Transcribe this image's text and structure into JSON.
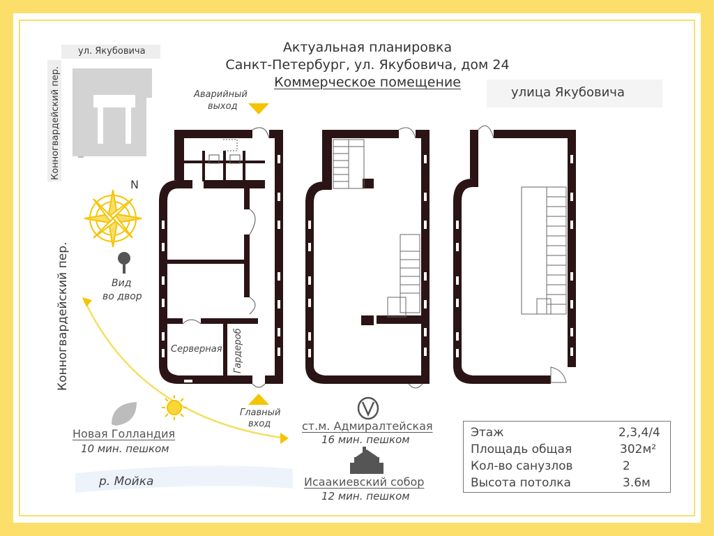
{
  "header": {
    "line1": "Актуальная планировка",
    "line2": "Санкт-Петербург, ул. Якубовича, дом 24",
    "line3": "Коммерческое помещение"
  },
  "map": {
    "street_top": "ул. Якубовича",
    "street_left_top": "Конногвардейский пер.",
    "street_left_main": "Конногвардейский пер.",
    "street_right": "улица Якубовича",
    "north": "N",
    "view_label_1": "Вид",
    "view_label_2": "во двор",
    "river": "р. Мойка"
  },
  "plan": {
    "emergency_exit_1": "Аварийный",
    "emergency_exit_2": "выход",
    "main_entrance_1": "Главный",
    "main_entrance_2": "вход",
    "server_room": "Серверная",
    "wardrobe": "Гардероб"
  },
  "landmarks": [
    {
      "name": "Новая Голландия",
      "walk": "10 мин. пешком"
    },
    {
      "name": "ст.м. Адмиралтейская",
      "walk": "16 мин. пешком"
    },
    {
      "name": "Исаакиевский собор",
      "walk": "12 мин. пешком"
    }
  ],
  "info": {
    "floor_label": "Этаж",
    "floor_value": "2,3,4/4",
    "area_label": "Площадь общая",
    "area_value": "302м²",
    "wc_label": "Кол-во санузлов",
    "wc_value": "2",
    "height_label": "Высота потолка",
    "height_value": "3.6м"
  },
  "colors": {
    "wall": "#2b1416",
    "frame": "#fbdf6a",
    "accent": "#f5c400"
  }
}
